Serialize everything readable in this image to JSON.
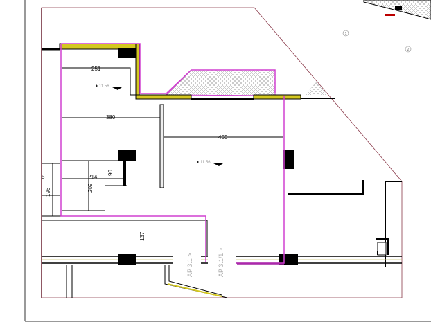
{
  "drawing": {
    "dimensions": {
      "d251": "251",
      "d380": "380",
      "d455": "455",
      "d214": "214",
      "d209": "209",
      "d90": "90",
      "d196": "196",
      "d5": "5",
      "d137": "137"
    },
    "levels": {
      "l1": "11.56",
      "l2": "11.56"
    },
    "labels": {
      "ap1": "AP 3.1 >",
      "ap2": "AP 3.1/1 >"
    },
    "markers": {
      "m1": "1",
      "m2": "2"
    },
    "colors": {
      "wall": "#000000",
      "insulation": "#d4c820",
      "boundary": "#d040d0",
      "frame": "#8a3a4a"
    }
  }
}
